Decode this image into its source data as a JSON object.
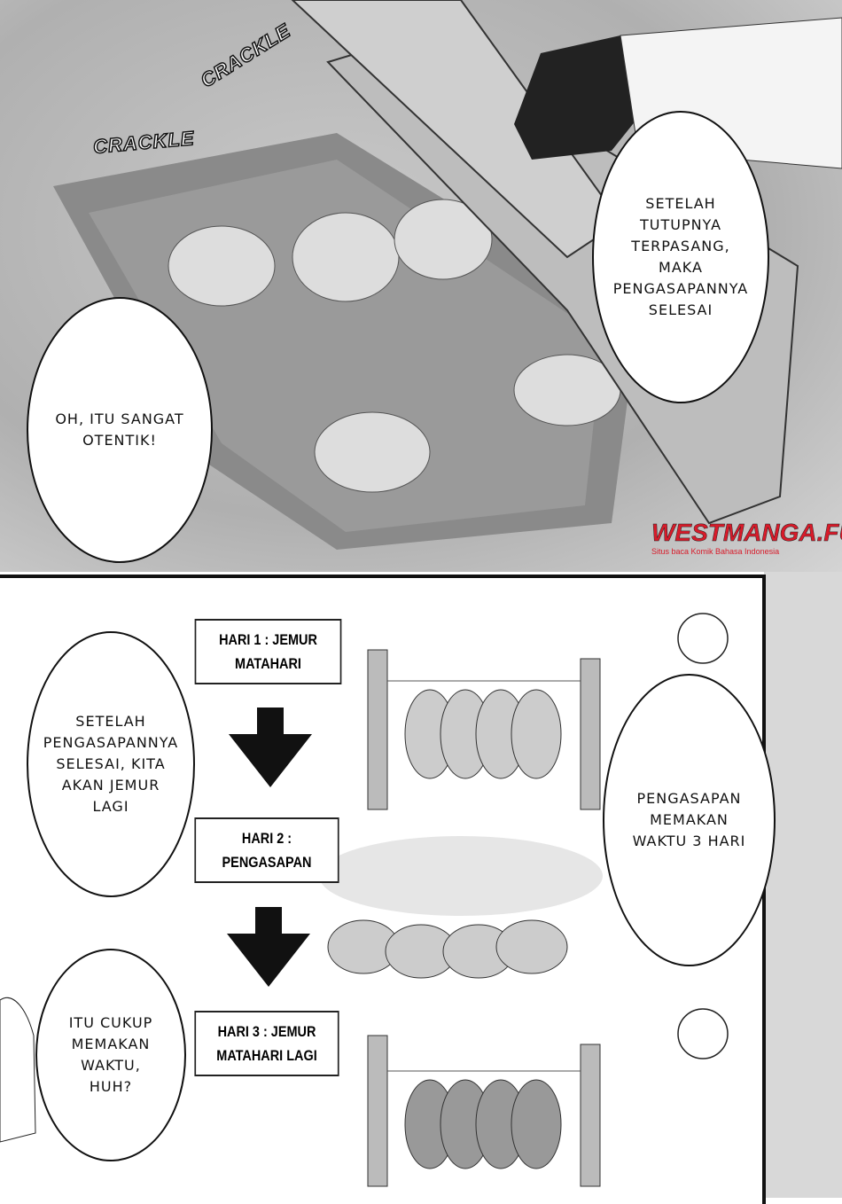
{
  "top_panel": {
    "sfx": [
      "CRACKLE",
      "CRACKLE"
    ],
    "bubbles": [
      "SETELAH TUTUPNYA TERPASANG, MAKA PENGASAPANNYA SELESAI",
      "OH, ITU SANGAT OTENTIK!"
    ],
    "watermark": {
      "title": "WESTMANGA.FUN",
      "subtitle": "Situs baca Komik Bahasa Indonesia"
    }
  },
  "bottom_panel": {
    "steps": [
      "HARI 1 : JEMUR MATAHARI",
      "HARI 2 : PENGASAPAN",
      "HARI 3 : JEMUR MATAHARI LAGI"
    ],
    "bubbles": [
      "SETELAH PENGASAPANNYA SELESAI, KITA AKAN JEMUR LAGI",
      "PENGASAPAN MEMAKAN WAKTU 3 HARI",
      "ITU CUKUP MEMAKAN WAKTU, HUH?"
    ]
  }
}
